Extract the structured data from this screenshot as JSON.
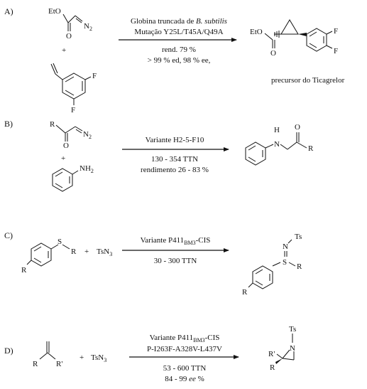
{
  "panels": [
    {
      "label": "A)",
      "reactant1_group": "EtO",
      "plus": "+",
      "diazo_n2": "N",
      "diazo_n2_sub": "2",
      "fluoro1": "F",
      "fluoro2": "F",
      "conditions": [
        {
          "text": "Globina truncada de ",
          "italic_part": "B. subtilis"
        },
        {
          "text": "Mutação Y25L/T45A/Q49A"
        },
        {
          "text": "rend. 79 %"
        },
        {
          "text": "> 99 % ed, 98 % ee,"
        }
      ],
      "product_group": "EtO",
      "product_fluoro1": "F",
      "product_fluoro2": "F",
      "caption": "precursor do Ticagrelor"
    },
    {
      "label": "B)",
      "r_group": "R",
      "carbonyl_o": "O",
      "diazo_n2": "N",
      "diazo_n2_sub": "2",
      "plus": "+",
      "amine": "NH",
      "amine_sub": "2",
      "conditions": [
        "Variante H2-5-F10",
        "130 - 354 TTN",
        "rendimento 26 - 83 %"
      ],
      "product_nh": "H",
      "product_n": "N",
      "product_o": "O",
      "product_r": "R"
    },
    {
      "label": "C)",
      "s_atom": "S",
      "r_group": "R",
      "ring_r": "R",
      "plus": "+",
      "reagent": "TsN",
      "reagent_sub": "3",
      "conditions_top": {
        "pre": "Variante P411",
        "sub": "BM3",
        "post": "-CIS"
      },
      "conditions_bottom": "30 - 300 TTN",
      "product_ts": "Ts",
      "product_n": "N",
      "product_s": "S",
      "product_r": "R",
      "product_ring_r": "R"
    },
    {
      "label": "D)",
      "r_group": "R",
      "r_prime": "R'",
      "plus": "+",
      "reagent": "TsN",
      "reagent_sub": "3",
      "conditions_top": {
        "pre": "Variante P411",
        "sub": "BM3",
        "post": "-CIS"
      },
      "conditions_mut": "P-I263F-A328V-L437V",
      "conditions_ttn": "53 - 600 TTN",
      "conditions_ee": {
        "pre": "84 - 99 ",
        "italic": "ee",
        "post": " %"
      },
      "product_ts": "Ts",
      "product_n": "N",
      "product_rprime": "R'",
      "product_r": "R"
    }
  ]
}
